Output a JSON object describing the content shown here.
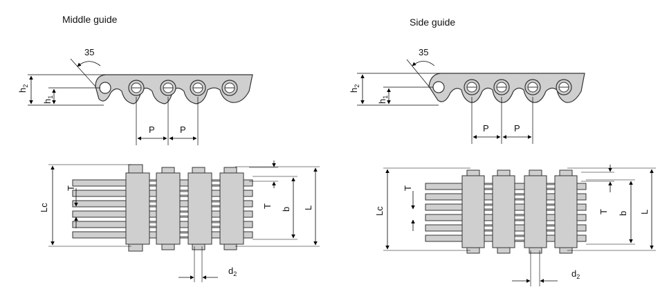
{
  "colors": {
    "part_fill": "#cfcfcf",
    "outline": "#333333",
    "dim_line": "#000000",
    "background": "#ffffff"
  },
  "panels": [
    {
      "title": "Middle guide",
      "angle_label": "35",
      "labels": {
        "h2": "h",
        "h2_sub": "2",
        "h1": "h",
        "h1_sub": "1",
        "p1": "P",
        "p2": "P",
        "t_left": "T",
        "t_right": "T",
        "b": "b",
        "L": "L",
        "lc": "Lc",
        "d2": "d",
        "d2_sub": "2"
      }
    },
    {
      "title": "Side guide",
      "angle_label": "35",
      "labels": {
        "h2": "h",
        "h2_sub": "2",
        "h1": "h",
        "h1_sub": "1",
        "p1": "P",
        "p2": "P",
        "t_left": "T",
        "t_right": "T",
        "b": "b",
        "L": "L",
        "lc": "Lc",
        "d2": "d",
        "d2_sub": "2"
      }
    }
  ]
}
